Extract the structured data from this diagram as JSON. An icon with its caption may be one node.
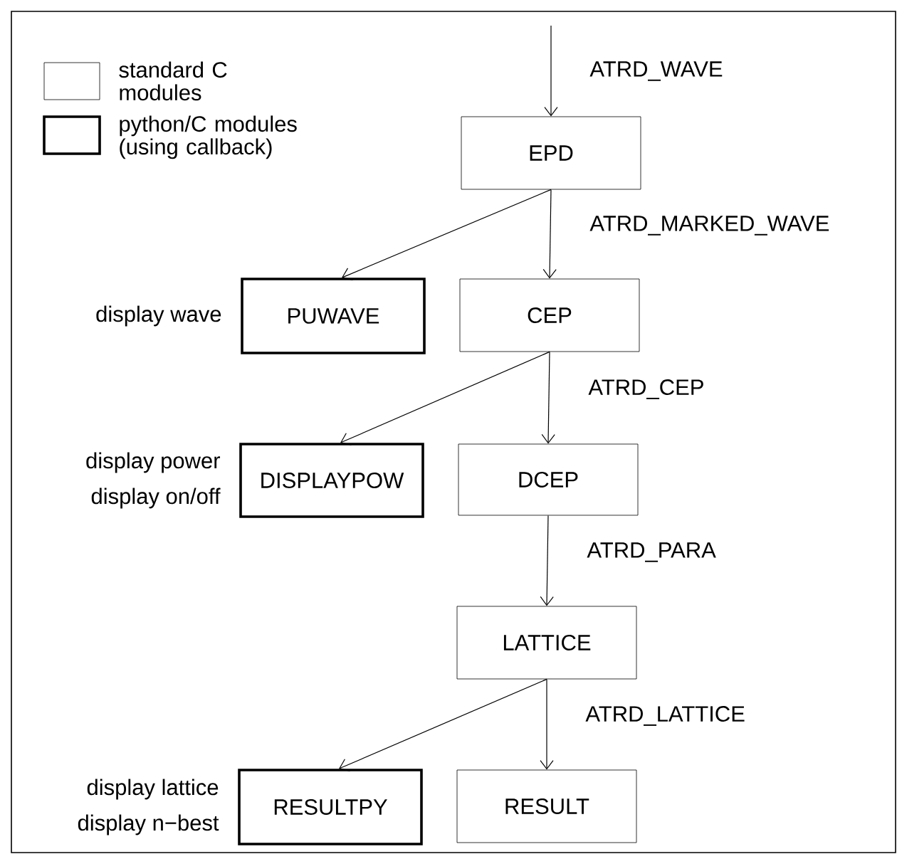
{
  "diagram": {
    "nodes": [
      {
        "text": [
          "EPD"
        ]
      },
      {
        "text": [
          "PUWAVE"
        ],
        "beside": [
          "display wave"
        ]
      },
      {
        "text": [
          "CEP"
        ]
      },
      {
        "text": [
          "DISPLAYPOW"
        ],
        "beside": [
          "display power",
          "display on/off"
        ]
      },
      {
        "text": [
          "DCEP"
        ]
      },
      {
        "text": [
          "LATTICE"
        ]
      },
      {
        "text": [
          "RESULTPY"
        ],
        "beside": [
          "display lattice",
          "display n−best"
        ]
      },
      {
        "text": [
          "RESULT"
        ]
      }
    ],
    "edges": [
      {
        "from": null,
        "to": 0,
        "arrow": "to",
        "label": "ATRD_WAVE"
      },
      {
        "from": 0,
        "to": 1,
        "arrow": "to"
      },
      {
        "from": 0,
        "to": 2,
        "arrow": "to",
        "label": "ATRD_MARKED_WAVE"
      },
      {
        "from": 2,
        "to": 3,
        "arrow": "to"
      },
      {
        "from": 2,
        "to": 4,
        "arrow": "to",
        "label": "ATRD_CEP"
      },
      {
        "from": 4,
        "to": 5,
        "arrow": "to",
        "label": "ATRD_PARA"
      },
      {
        "from": 5,
        "to": 6,
        "arrow": "to"
      },
      {
        "from": 5,
        "to": 7,
        "arrow": "to",
        "label": "ATRD_LATTICE"
      }
    ],
    "legend": [
      {
        "text": "standard C modules"
      },
      {
        "text": "python/C modules (using callback)"
      }
    ]
  }
}
